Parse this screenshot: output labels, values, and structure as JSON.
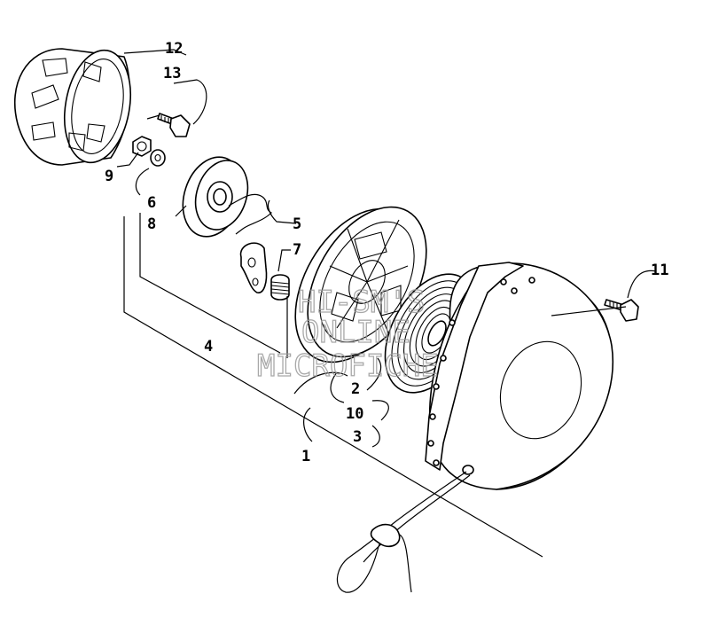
{
  "callouts": {
    "p1": "1",
    "p2": "2",
    "p3": "3",
    "p4": "4",
    "p5": "5",
    "p6": "6",
    "p7": "7",
    "p8": "8",
    "p9": "9",
    "p10": "10",
    "p11": "11",
    "p12": "12",
    "p13": "13"
  },
  "watermark": [
    "HI-SM'S",
    "ONLINE",
    "MICROFICHE"
  ]
}
